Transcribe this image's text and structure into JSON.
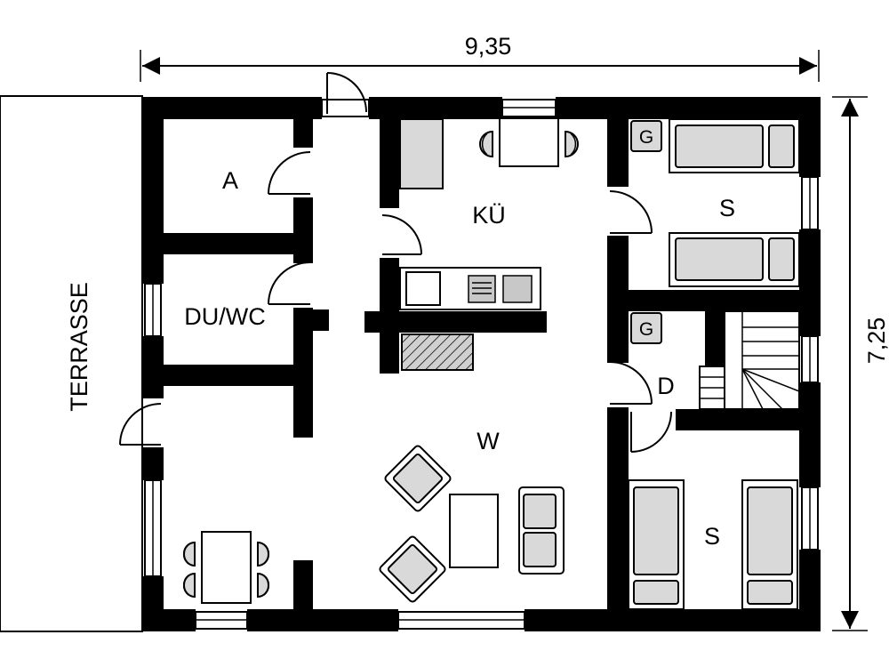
{
  "dimensions": {
    "width_label": "9,35",
    "height_label": "7,25"
  },
  "rooms": {
    "storage": "A",
    "bathroom": "DU/WC",
    "kitchen": "KÜ",
    "living": "W",
    "bedroom_top": "S",
    "bedroom_bottom": "S",
    "hallway": "D",
    "terrace": "TERRASSE"
  },
  "markers": {
    "g1": "G",
    "g2": "G"
  }
}
